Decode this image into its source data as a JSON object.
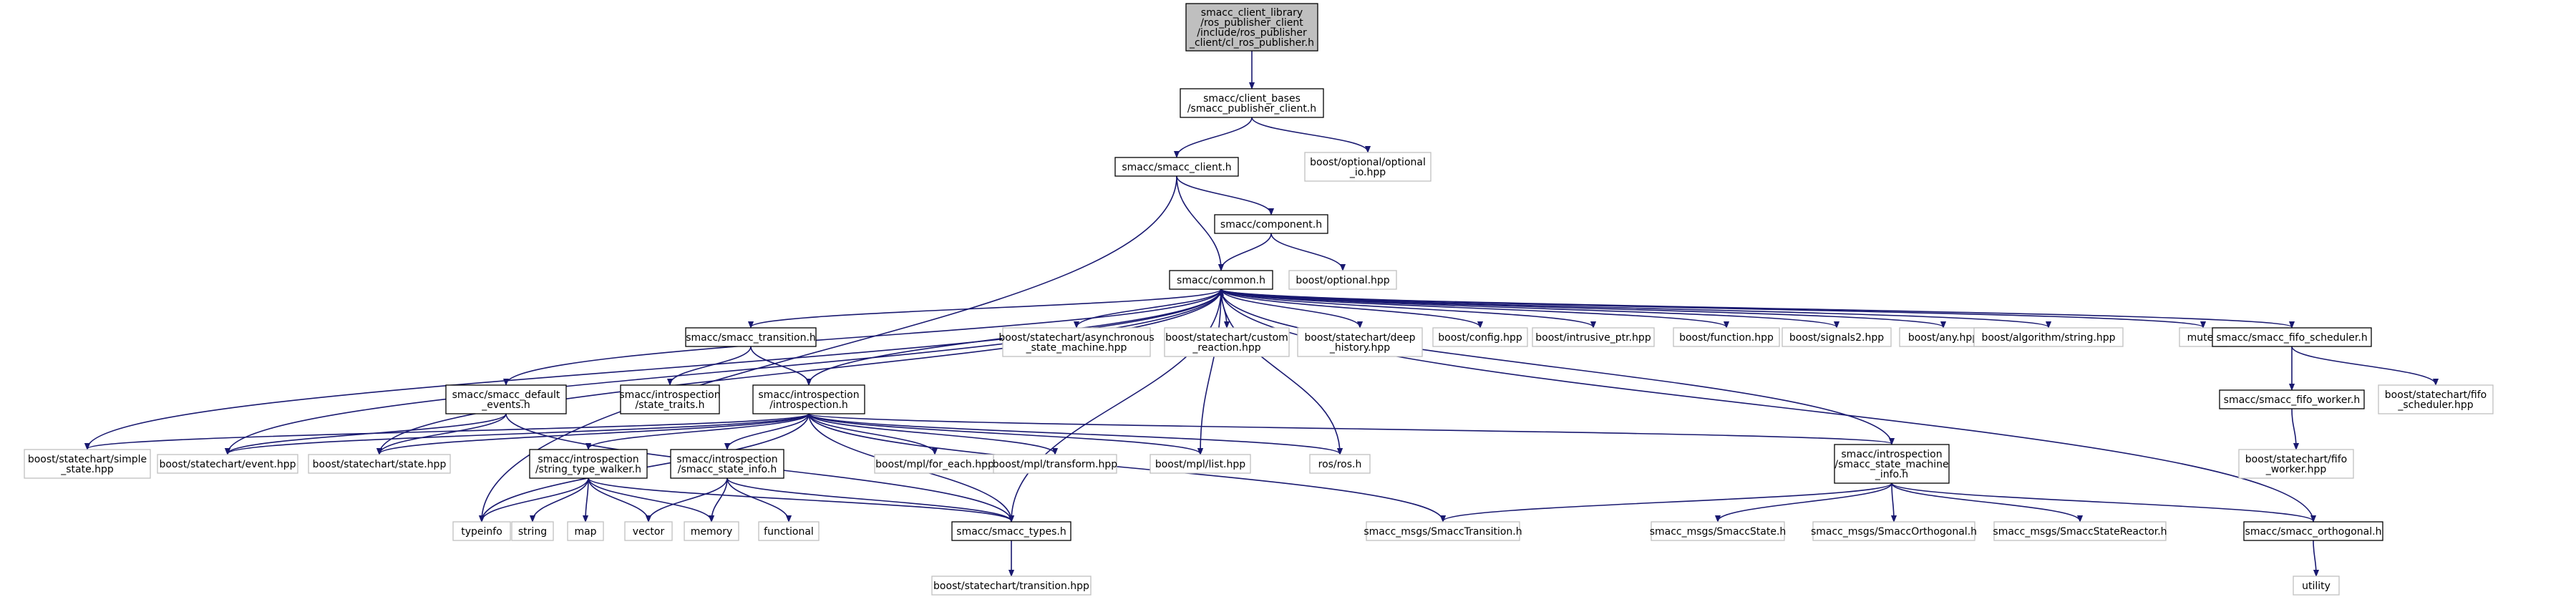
{
  "colors": {
    "edge": "#191970",
    "root_fill": "#bfbfbf",
    "local_border": "#000000",
    "external_border": "#bfbfbf"
  },
  "nodes": [
    {
      "id": "root",
      "kind": "root",
      "lines": [
        "smacc_client_library",
        "/ros_publisher_client",
        "/include/ros_publisher",
        "_client/cl_ros_publisher.h"
      ]
    },
    {
      "id": "pub_client",
      "kind": "local",
      "lines": [
        "smacc/client_bases",
        "/smacc_publisher_client.h"
      ]
    },
    {
      "id": "opt_io",
      "kind": "external",
      "lines": [
        "boost/optional/optional",
        "_io.hpp"
      ]
    },
    {
      "id": "smacc_client",
      "kind": "local",
      "lines": [
        "smacc/smacc_client.h"
      ]
    },
    {
      "id": "component",
      "kind": "local",
      "lines": [
        "smacc/component.h"
      ]
    },
    {
      "id": "common",
      "kind": "local",
      "lines": [
        "smacc/common.h"
      ]
    },
    {
      "id": "boost_optional",
      "kind": "external",
      "lines": [
        "boost/optional.hpp"
      ]
    },
    {
      "id": "transition",
      "kind": "local",
      "lines": [
        "smacc/smacc_transition.h"
      ]
    },
    {
      "id": "async_sm",
      "kind": "external",
      "lines": [
        "boost/statechart/asynchronous",
        "_state_machine.hpp"
      ]
    },
    {
      "id": "custom_reaction",
      "kind": "external",
      "lines": [
        "boost/statechart/custom",
        "_reaction.hpp"
      ]
    },
    {
      "id": "deep_history",
      "kind": "external",
      "lines": [
        "boost/statechart/deep",
        "_history.hpp"
      ]
    },
    {
      "id": "config",
      "kind": "external",
      "lines": [
        "boost/config.hpp"
      ]
    },
    {
      "id": "intrusive",
      "kind": "external",
      "lines": [
        "boost/intrusive_ptr.hpp"
      ]
    },
    {
      "id": "function",
      "kind": "external",
      "lines": [
        "boost/function.hpp"
      ]
    },
    {
      "id": "signals2",
      "kind": "external",
      "lines": [
        "boost/signals2.hpp"
      ]
    },
    {
      "id": "any",
      "kind": "external",
      "lines": [
        "boost/any.hpp"
      ]
    },
    {
      "id": "algo_string",
      "kind": "external",
      "lines": [
        "boost/algorithm/string.hpp"
      ]
    },
    {
      "id": "mutex",
      "kind": "external",
      "lines": [
        "mutex"
      ]
    },
    {
      "id": "fifo_sched",
      "kind": "local",
      "lines": [
        "smacc/smacc_fifo_scheduler.h"
      ]
    },
    {
      "id": "default_events",
      "kind": "local",
      "lines": [
        "smacc/smacc_default",
        "_events.h"
      ]
    },
    {
      "id": "state_traits",
      "kind": "local",
      "lines": [
        "smacc/introspection",
        "/state_traits.h"
      ]
    },
    {
      "id": "introspection",
      "kind": "local",
      "lines": [
        "smacc/introspection",
        "/introspection.h"
      ]
    },
    {
      "id": "fifo_worker",
      "kind": "local",
      "lines": [
        "smacc/smacc_fifo_worker.h"
      ]
    },
    {
      "id": "sc_fifo_sched",
      "kind": "external",
      "lines": [
        "boost/statechart/fifo",
        "_scheduler.hpp"
      ]
    },
    {
      "id": "simple_state",
      "kind": "external",
      "lines": [
        "boost/statechart/simple",
        "_state.hpp"
      ]
    },
    {
      "id": "event",
      "kind": "external",
      "lines": [
        "boost/statechart/event.hpp"
      ]
    },
    {
      "id": "state",
      "kind": "external",
      "lines": [
        "boost/statechart/state.hpp"
      ]
    },
    {
      "id": "type_walker",
      "kind": "local",
      "lines": [
        "smacc/introspection",
        "/string_type_walker.h"
      ]
    },
    {
      "id": "state_info",
      "kind": "local",
      "lines": [
        "smacc/introspection",
        "/smacc_state_info.h"
      ]
    },
    {
      "id": "for_each",
      "kind": "external",
      "lines": [
        "boost/mpl/for_each.hpp"
      ]
    },
    {
      "id": "mpl_transform",
      "kind": "external",
      "lines": [
        "boost/mpl/transform.hpp"
      ]
    },
    {
      "id": "mpl_list",
      "kind": "external",
      "lines": [
        "boost/mpl/list.hpp"
      ]
    },
    {
      "id": "ros",
      "kind": "external",
      "lines": [
        "ros/ros.h"
      ]
    },
    {
      "id": "sm_info",
      "kind": "local",
      "lines": [
        "smacc/introspection",
        "/smacc_state_machine",
        "_info.h"
      ]
    },
    {
      "id": "sc_fifo_worker",
      "kind": "external",
      "lines": [
        "boost/statechart/fifo",
        "_worker.hpp"
      ]
    },
    {
      "id": "typeinfo",
      "kind": "external",
      "lines": [
        "typeinfo"
      ]
    },
    {
      "id": "string",
      "kind": "external",
      "lines": [
        "string"
      ]
    },
    {
      "id": "map",
      "kind": "external",
      "lines": [
        "map"
      ]
    },
    {
      "id": "vector",
      "kind": "external",
      "lines": [
        "vector"
      ]
    },
    {
      "id": "memory",
      "kind": "external",
      "lines": [
        "memory"
      ]
    },
    {
      "id": "functional",
      "kind": "external",
      "lines": [
        "functional"
      ]
    },
    {
      "id": "types",
      "kind": "local",
      "lines": [
        "smacc/smacc_types.h"
      ]
    },
    {
      "id": "msg_transition",
      "kind": "external",
      "lines": [
        "smacc_msgs/SmaccTransition.h"
      ]
    },
    {
      "id": "msg_state",
      "kind": "external",
      "lines": [
        "smacc_msgs/SmaccState.h"
      ]
    },
    {
      "id": "msg_orthogonal",
      "kind": "external",
      "lines": [
        "smacc_msgs/SmaccOrthogonal.h"
      ]
    },
    {
      "id": "msg_reactor",
      "kind": "external",
      "lines": [
        "smacc_msgs/SmaccStateReactor.h"
      ]
    },
    {
      "id": "orthogonal",
      "kind": "local",
      "lines": [
        "smacc/smacc_orthogonal.h"
      ]
    },
    {
      "id": "sc_transition",
      "kind": "external",
      "lines": [
        "boost/statechart/transition.hpp"
      ]
    },
    {
      "id": "utility",
      "kind": "external",
      "lines": [
        "utility"
      ]
    }
  ],
  "edges": [
    [
      "root",
      "pub_client"
    ],
    [
      "pub_client",
      "smacc_client"
    ],
    [
      "pub_client",
      "opt_io"
    ],
    [
      "smacc_client",
      "common"
    ],
    [
      "smacc_client",
      "component"
    ],
    [
      "smacc_client",
      "typeinfo"
    ],
    [
      "component",
      "common"
    ],
    [
      "component",
      "boost_optional"
    ],
    [
      "common",
      "transition"
    ],
    [
      "common",
      "async_sm"
    ],
    [
      "common",
      "custom_reaction"
    ],
    [
      "common",
      "deep_history"
    ],
    [
      "common",
      "config"
    ],
    [
      "common",
      "intrusive"
    ],
    [
      "common",
      "function"
    ],
    [
      "common",
      "signals2"
    ],
    [
      "common",
      "any"
    ],
    [
      "common",
      "algo_string"
    ],
    [
      "common",
      "mutex"
    ],
    [
      "common",
      "fifo_sched"
    ],
    [
      "common",
      "default_events"
    ],
    [
      "common",
      "introspection"
    ],
    [
      "common",
      "simple_state"
    ],
    [
      "common",
      "event"
    ],
    [
      "common",
      "state"
    ],
    [
      "common",
      "mpl_list"
    ],
    [
      "common",
      "ros"
    ],
    [
      "common",
      "types"
    ],
    [
      "transition",
      "state_traits"
    ],
    [
      "transition",
      "introspection"
    ],
    [
      "default_events",
      "event"
    ],
    [
      "default_events",
      "state"
    ],
    [
      "default_events",
      "types"
    ],
    [
      "introspection",
      "simple_state"
    ],
    [
      "introspection",
      "event"
    ],
    [
      "introspection",
      "state"
    ],
    [
      "introspection",
      "type_walker"
    ],
    [
      "introspection",
      "state_info"
    ],
    [
      "introspection",
      "for_each"
    ],
    [
      "introspection",
      "mpl_transform"
    ],
    [
      "introspection",
      "mpl_list"
    ],
    [
      "introspection",
      "ros"
    ],
    [
      "introspection",
      "sm_info"
    ],
    [
      "introspection",
      "typeinfo"
    ],
    [
      "introspection",
      "types"
    ],
    [
      "introspection",
      "msg_transition"
    ],
    [
      "type_walker",
      "typeinfo"
    ],
    [
      "type_walker",
      "string"
    ],
    [
      "type_walker",
      "map"
    ],
    [
      "type_walker",
      "vector"
    ],
    [
      "type_walker",
      "memory"
    ],
    [
      "type_walker",
      "types"
    ],
    [
      "state_info",
      "vector"
    ],
    [
      "state_info",
      "memory"
    ],
    [
      "state_info",
      "functional"
    ],
    [
      "state_info",
      "types"
    ],
    [
      "sm_info",
      "common"
    ],
    [
      "sm_info",
      "msg_transition"
    ],
    [
      "sm_info",
      "msg_state"
    ],
    [
      "sm_info",
      "msg_orthogonal"
    ],
    [
      "sm_info",
      "msg_reactor"
    ],
    [
      "sm_info",
      "orthogonal"
    ],
    [
      "orthogonal",
      "common"
    ],
    [
      "orthogonal",
      "utility"
    ],
    [
      "fifo_sched",
      "fifo_worker"
    ],
    [
      "fifo_sched",
      "sc_fifo_sched"
    ],
    [
      "fifo_worker",
      "sc_fifo_worker"
    ],
    [
      "types",
      "sc_transition"
    ]
  ]
}
